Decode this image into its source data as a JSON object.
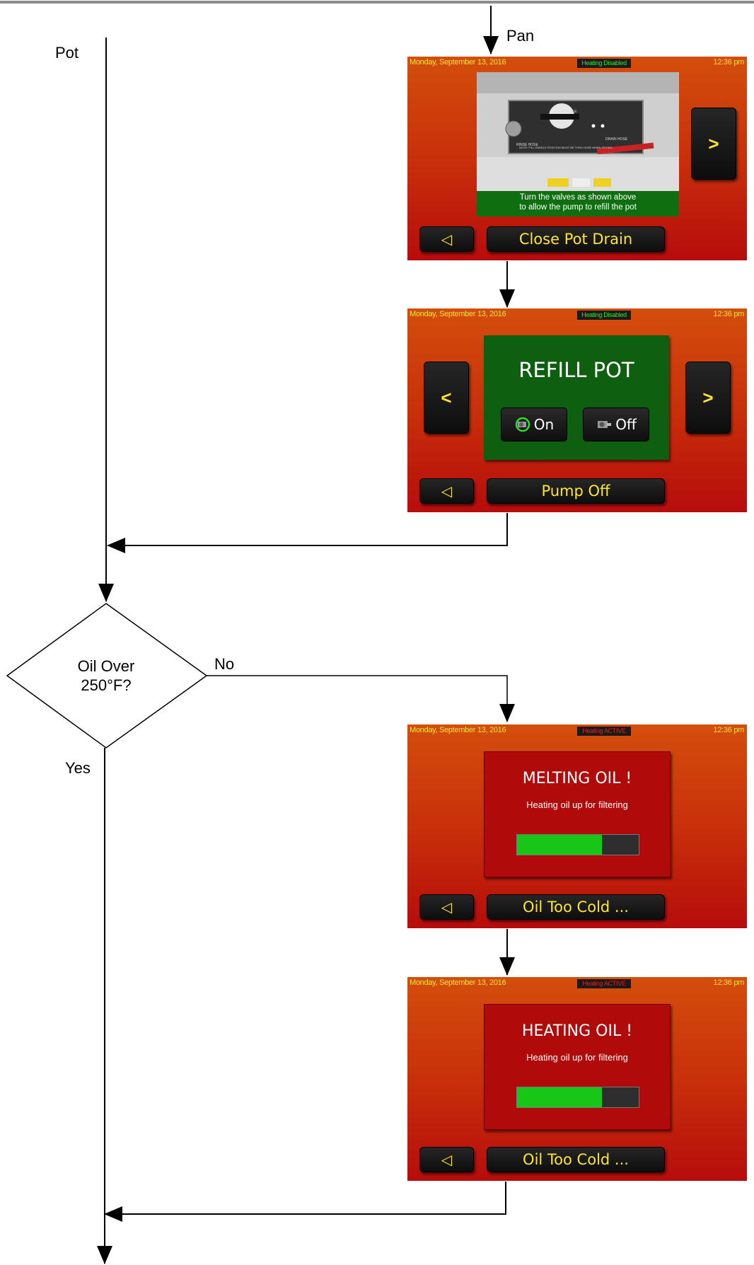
{
  "flow": {
    "pot_label": "Pot",
    "pan_label": "Pan",
    "decision": {
      "line1": "Oil Over",
      "line2": "250°F?"
    },
    "no_label": "No",
    "yes_label": "Yes"
  },
  "screens": {
    "close_drain": {
      "date": "Monday, September 13, 2016",
      "status": "Heating Disabled",
      "time": "12:36 pm",
      "caption_line1": "Turn the valves as shown above",
      "caption_line2": "to allow the pump to refill the pot",
      "right_nav": ">",
      "back_icon": "◁",
      "action_label": "Close Pot Drain",
      "photo_labels": {
        "fill_handle": "FILL HANDLE",
        "drain_hose": "DRAIN HOSE",
        "rinse_hose": "RINSE HOSE",
        "note": "NOTE: FILL HANDLE POSITION MUST BE THRU HOSE WHEN FRYING."
      }
    },
    "refill_pot": {
      "date": "Monday, September 13, 2016",
      "status": "Heating Disabled",
      "time": "12:36 pm",
      "left_nav": "<",
      "right_nav": ">",
      "title": "REFILL POT",
      "on_label": "On",
      "off_label": "Off",
      "back_icon": "◁",
      "action_label": "Pump Off"
    },
    "melting_oil": {
      "date": "Monday, September 13, 2016",
      "status": "Heating ACTIVE",
      "time": "12:36 pm",
      "title": "MELTING OIL !",
      "subtitle": "Heating oil up for filtering",
      "progress": 0.7,
      "back_icon": "◁",
      "action_label": "Oil Too Cold ..."
    },
    "heating_oil": {
      "date": "Monday, September 13, 2016",
      "status": "Heating ACTIVE",
      "time": "12:36 pm",
      "title": "HEATING OIL !",
      "subtitle": "Heating oil up for filtering",
      "progress": 0.7,
      "back_icon": "◁",
      "action_label": "Oil Too Cold ..."
    }
  },
  "colors": {
    "status_disabled": "#2ee62e",
    "status_active": "#e02020",
    "button_text": "#ffe62e",
    "progress_fill": "#17c617"
  }
}
